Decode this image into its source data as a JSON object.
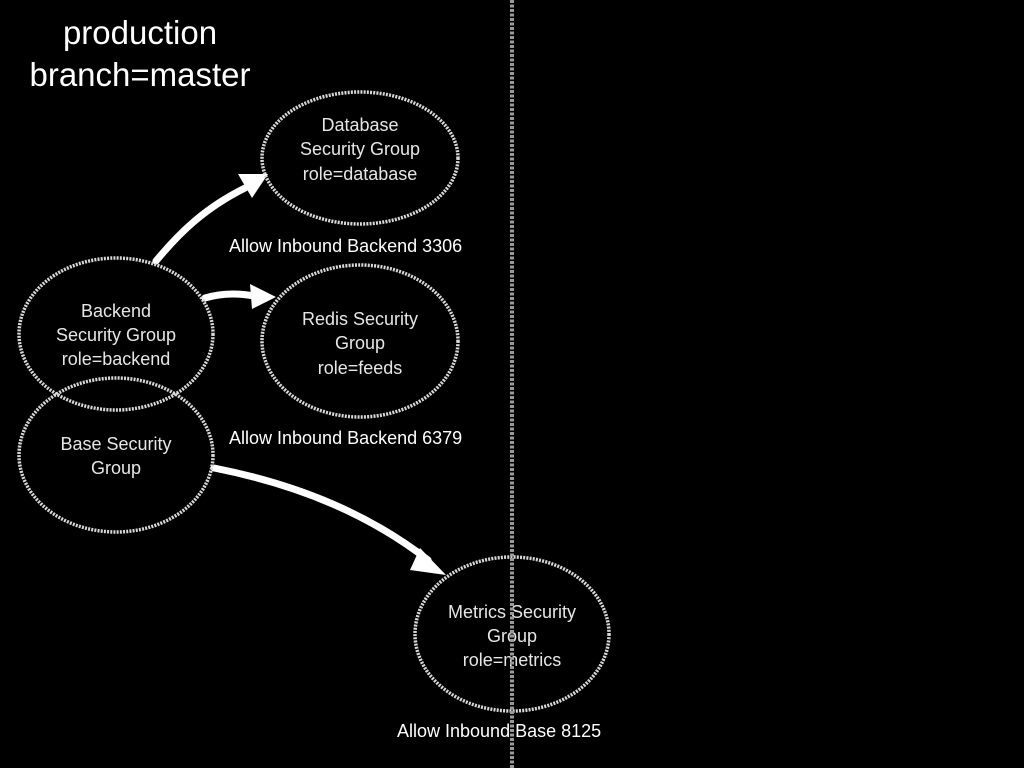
{
  "title": {
    "line1": "production",
    "line2": "branch=master"
  },
  "nodes": {
    "database": {
      "lines": [
        "Database",
        "Security Group",
        "role=database"
      ]
    },
    "redis": {
      "lines": [
        "Redis Security",
        "Group",
        "role=feeds"
      ]
    },
    "backend": {
      "lines": [
        "Backend",
        "Security Group",
        "role=backend"
      ]
    },
    "base": {
      "lines": [
        "Base Security",
        "Group"
      ]
    },
    "metrics": {
      "lines": [
        "Metrics Security",
        "Group",
        "role=metrics"
      ]
    }
  },
  "rules": {
    "database": "Allow Inbound Backend 3306",
    "redis": "Allow Inbound Backend 6379",
    "metrics": "Allow Inbound Base 8125"
  },
  "colors": {
    "background": "#000000",
    "stroke": "#d9d9d9",
    "arrow": "#ffffff",
    "divider": "#9a9a9a"
  }
}
